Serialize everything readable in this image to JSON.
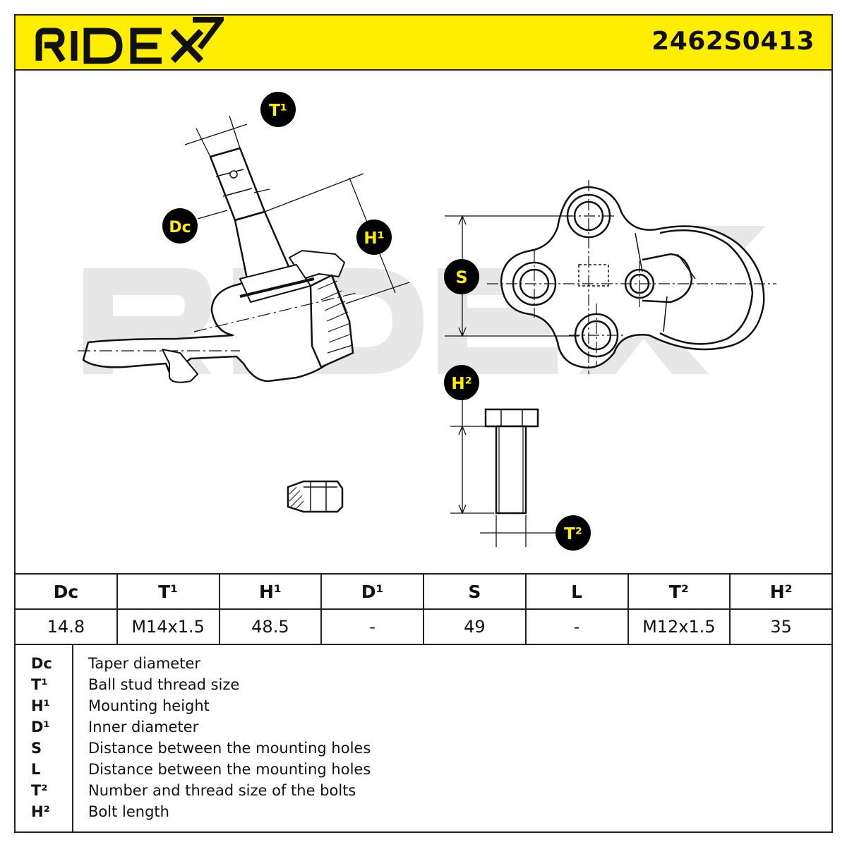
{
  "brand": "RIDEX",
  "part_number": "2462S0413",
  "drawing_labels": {
    "t1": "T¹",
    "dc": "Dc",
    "h1": "H¹",
    "s": "S",
    "h2": "H²",
    "t2": "T²"
  },
  "spec_table": {
    "headers": [
      "Dc",
      "T¹",
      "H¹",
      "D¹",
      "S",
      "L",
      "T²",
      "H²"
    ],
    "values": [
      "14.8",
      "M14x1.5",
      "48.5",
      "-",
      "49",
      "-",
      "M12x1.5",
      "35"
    ]
  },
  "legend": [
    {
      "key": "Dc",
      "desc": "Taper diameter"
    },
    {
      "key": "T¹",
      "desc": "Ball stud thread size"
    },
    {
      "key": "H¹",
      "desc": "Mounting height"
    },
    {
      "key": "D¹",
      "desc": "Inner diameter"
    },
    {
      "key": "S",
      "desc": "Distance between the mounting holes"
    },
    {
      "key": "L",
      "desc": "Distance between the mounting holes"
    },
    {
      "key": "T²",
      "desc": "Number and thread size of the bolts"
    },
    {
      "key": "H²",
      "desc": "Bolt length"
    }
  ],
  "colors": {
    "header_yellow": "#ffee00",
    "badge_fill": "#000000",
    "badge_text": "#ffee00",
    "watermark": "#e6e6e6"
  }
}
